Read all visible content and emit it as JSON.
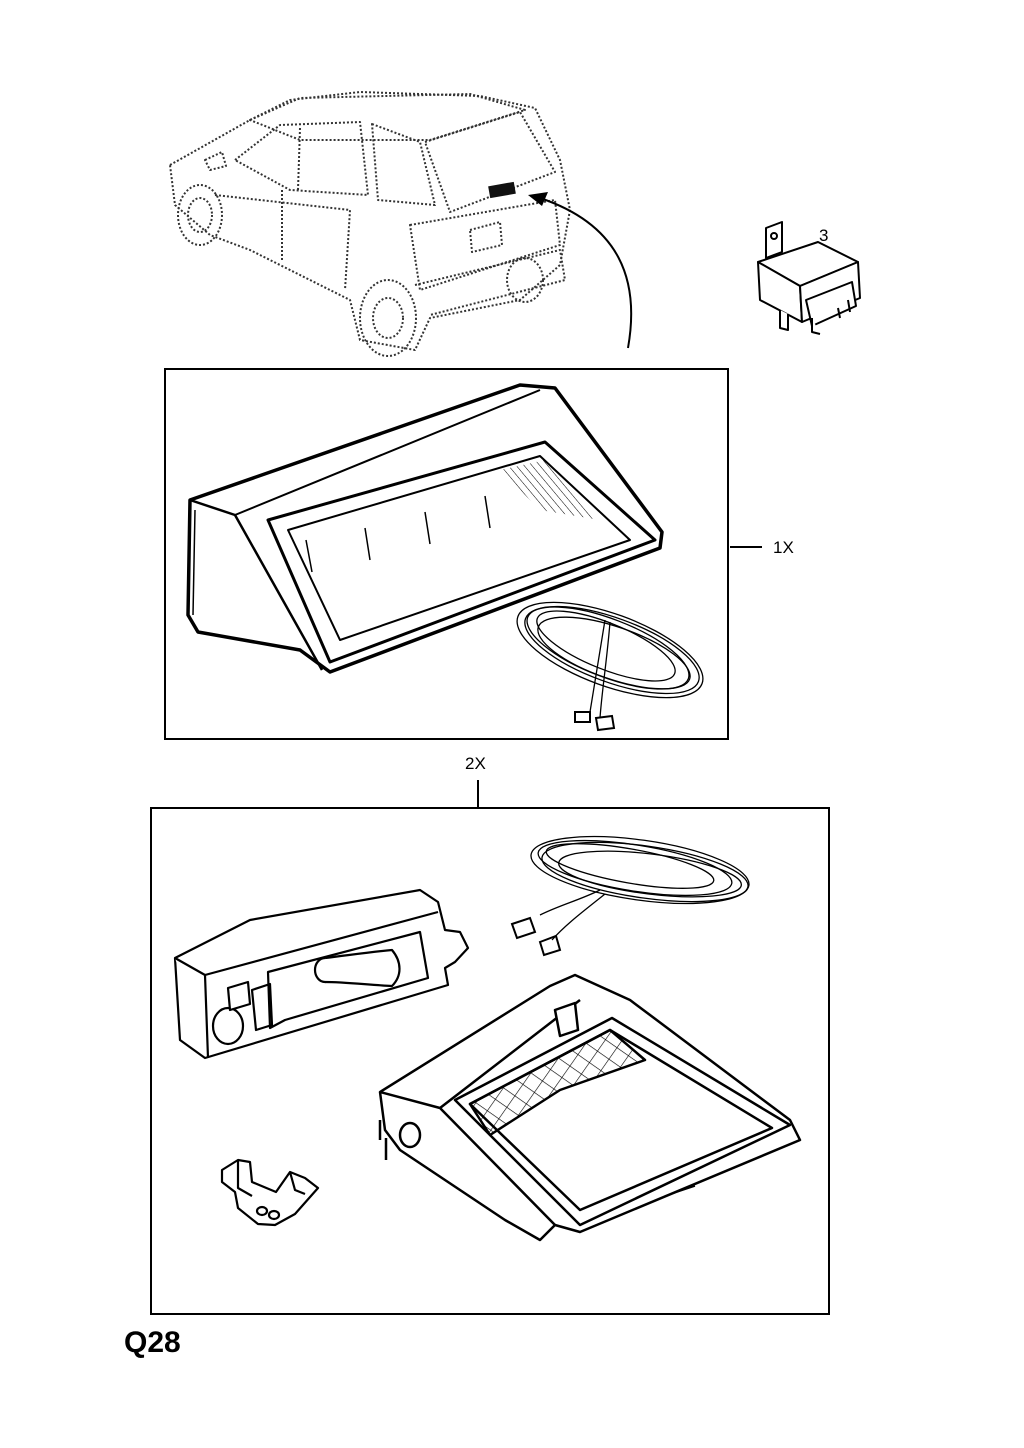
{
  "labels": {
    "relay_callout": "3",
    "kit1_callout": "1X",
    "kit2_callout": "2X",
    "page_code": "Q28"
  }
}
